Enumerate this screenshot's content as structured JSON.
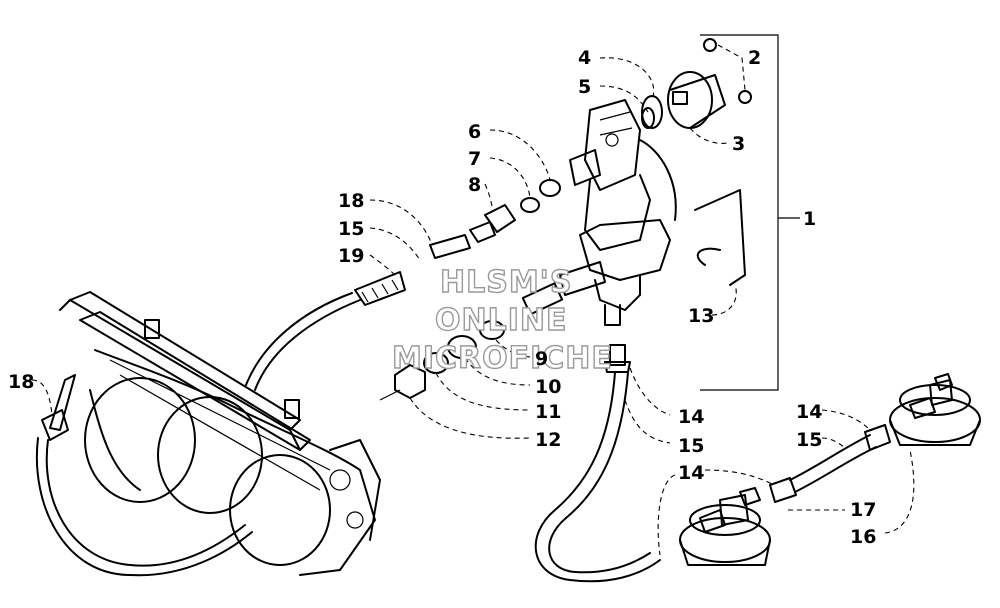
{
  "watermark": {
    "lines": [
      "HLSM'S",
      "ONLINE",
      "MICROFICHE"
    ]
  },
  "callouts": [
    {
      "id": "c1",
      "label": "1"
    },
    {
      "id": "c2",
      "label": "2"
    },
    {
      "id": "c3",
      "label": "3"
    },
    {
      "id": "c4",
      "label": "4"
    },
    {
      "id": "c5",
      "label": "5"
    },
    {
      "id": "c6",
      "label": "6"
    },
    {
      "id": "c7",
      "label": "7"
    },
    {
      "id": "c8",
      "label": "8"
    },
    {
      "id": "c18a",
      "label": "18"
    },
    {
      "id": "c15a",
      "label": "15"
    },
    {
      "id": "c19",
      "label": "19"
    },
    {
      "id": "c13",
      "label": "13"
    },
    {
      "id": "c9",
      "label": "9"
    },
    {
      "id": "c10",
      "label": "10"
    },
    {
      "id": "c11",
      "label": "11"
    },
    {
      "id": "c12",
      "label": "12"
    },
    {
      "id": "c18b",
      "label": "18"
    },
    {
      "id": "c14a",
      "label": "14"
    },
    {
      "id": "c15b",
      "label": "15"
    },
    {
      "id": "c14b",
      "label": "14"
    },
    {
      "id": "c15c",
      "label": "15"
    },
    {
      "id": "c14c",
      "label": "14"
    },
    {
      "id": "c17",
      "label": "17"
    },
    {
      "id": "c16",
      "label": "16"
    }
  ]
}
